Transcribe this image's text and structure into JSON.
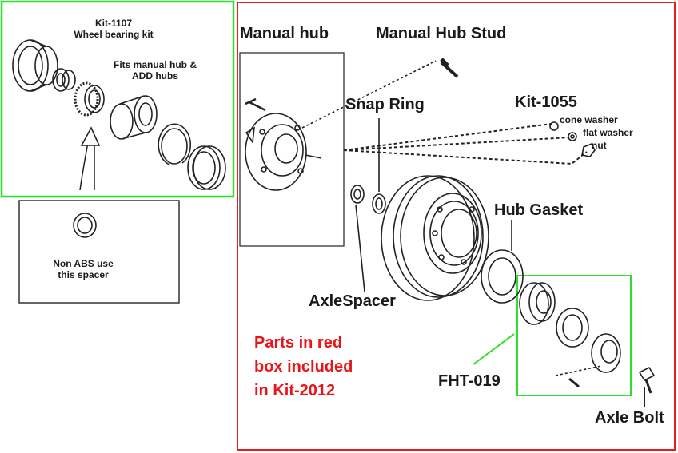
{
  "kit_box": {
    "title_line1": "Kit-1107",
    "title_line2": "Wheel bearing kit",
    "fits_line1": "Fits manual hub &",
    "fits_line2": "ADD hubs",
    "border_color": "#2ee02e"
  },
  "spacer_box": {
    "line1": "Non ABS use",
    "line2": "this spacer"
  },
  "main_box": {
    "border_color": "#e81c1c",
    "labels": {
      "manual_hub": "Manual hub",
      "manual_hub_stud": "Manual Hub Stud",
      "snap_ring": "Snap Ring",
      "kit_1055": "Kit-1055",
      "cone_washer": "cone washer",
      "flat_washer": "flat washer",
      "nut": "nut",
      "hub_gasket": "Hub Gasket",
      "axle_spacer": "AxleSpacer",
      "fht_019": "FHT-019",
      "axle_bolt": "Axle Bolt"
    },
    "note_line1": "Parts in red",
    "note_line2": "box included",
    "note_line3": "in Kit-2012",
    "note_color": "#e8141a"
  },
  "fht_box": {
    "border_color": "#2ee02e"
  }
}
